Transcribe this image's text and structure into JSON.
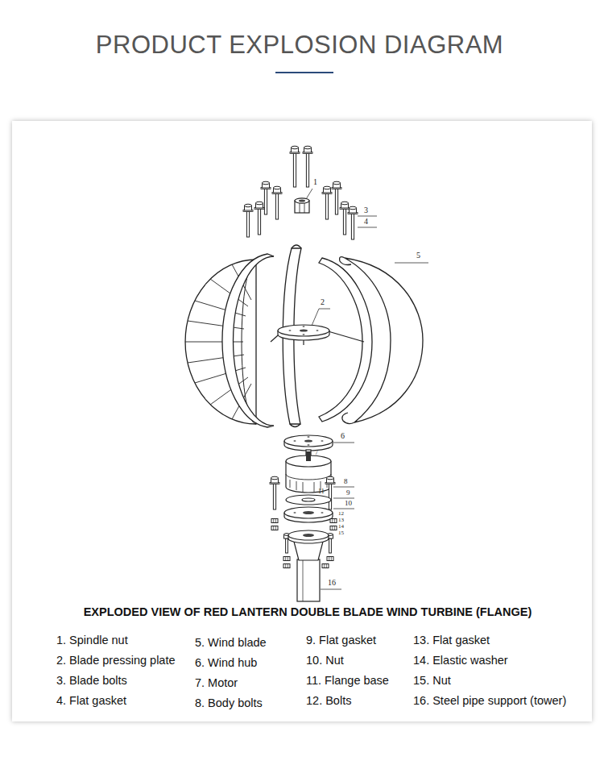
{
  "diagram": {
    "title": "PRODUCT EXPLOSION DIAGRAM",
    "caption": "EXPLODED VIEW OF RED LANTERN DOUBLE BLADE WIND TURBINE (FLANGE)",
    "labels": [
      "1",
      "2",
      "3",
      "4",
      "5",
      "6",
      "7",
      "8",
      "9",
      "10",
      "11",
      "12",
      "13",
      "14",
      "15",
      "16",
      "1. Spindle nut",
      "2. Blade pressing plate",
      "3. Blade bolts",
      "4. Flat gasket",
      "5. Wind blade",
      "6. Wind hub",
      "7. Motor",
      "8. Body bolts",
      "9. Flat gasket",
      "10. Nut",
      "11. Flange base",
      "12. Bolts",
      "13. Flat gasket",
      "14. Elastic washer",
      "15. Nut",
      "16. Steel pipe support (tower)"
    ]
  }
}
